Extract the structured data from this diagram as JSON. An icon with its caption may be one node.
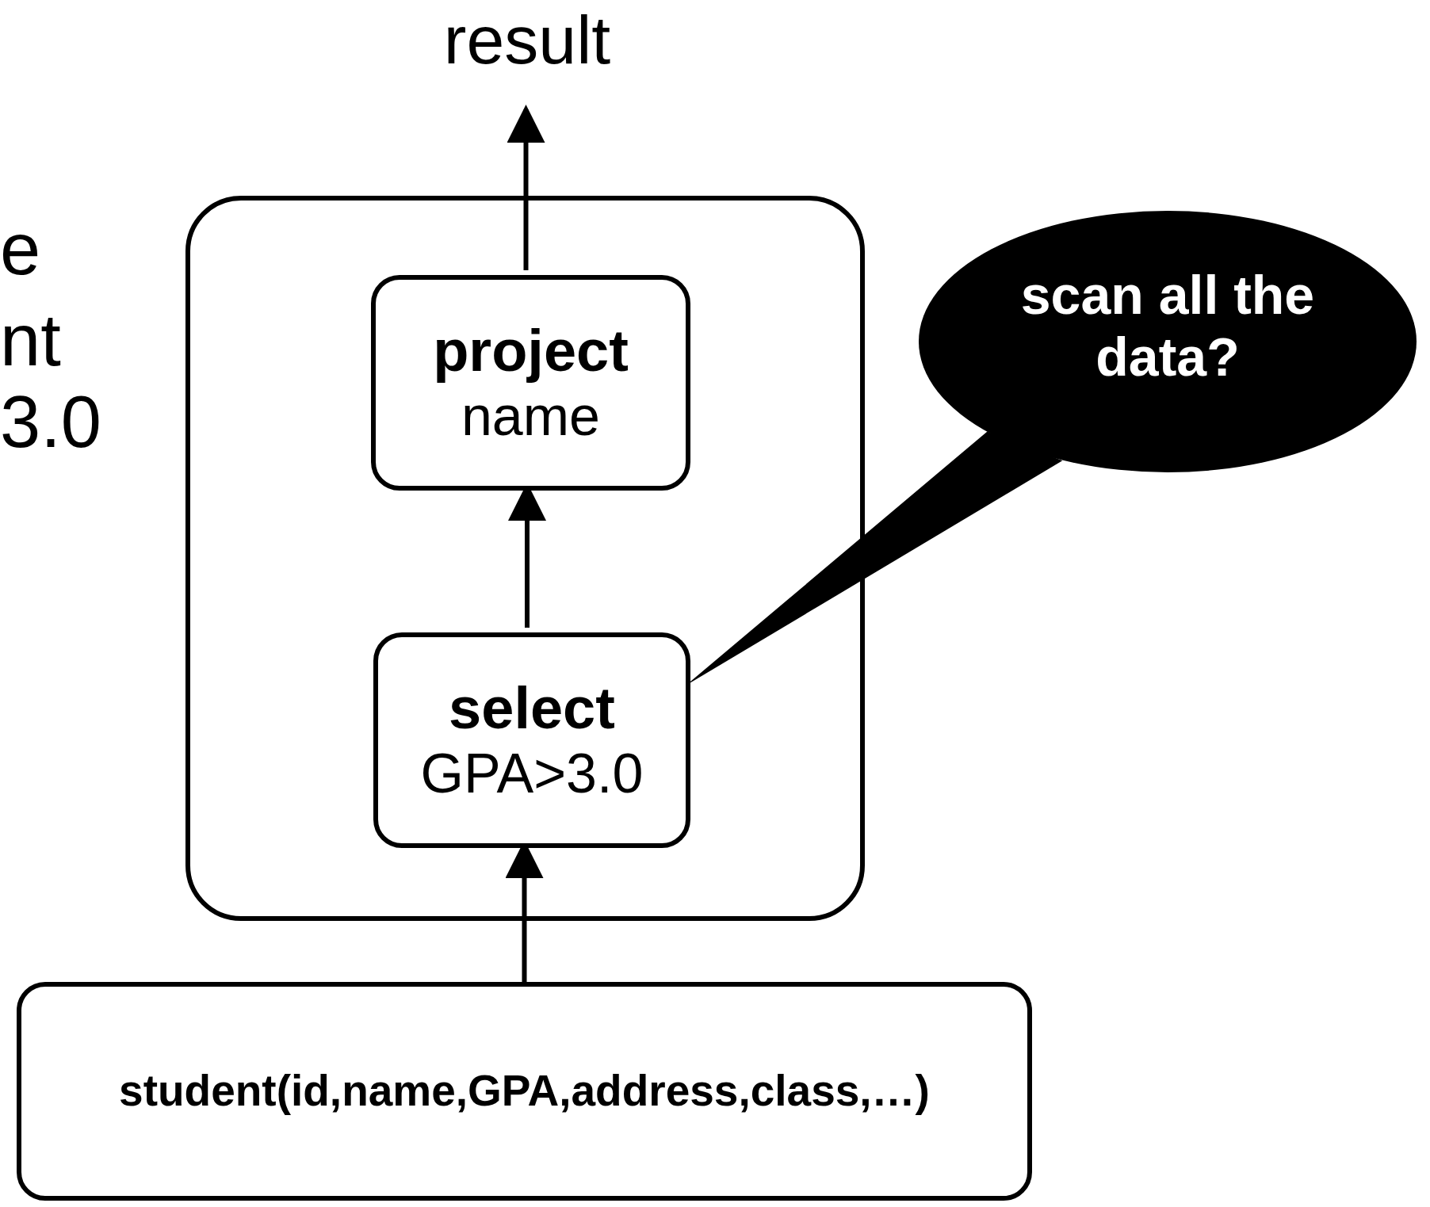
{
  "diagram": {
    "nodes": [
      {
        "text": [
          "result"
        ]
      },
      {
        "text": [],
        "shape": "box"
      },
      {
        "text": [
          "project",
          "name"
        ],
        "in": 1
      },
      {
        "text": [
          "scan all the data?"
        ]
      },
      {
        "text": [
          "select",
          "GPA>3.0"
        ],
        "in": 1
      },
      {
        "text": [
          "student(id,name,GPA,address,class,…)"
        ]
      }
    ],
    "edges": [
      {
        "from": 5,
        "to": 4,
        "arrow": "to"
      },
      {
        "from": 4,
        "to": 2,
        "arrow": "to"
      },
      {
        "from": 2,
        "to": 0,
        "arrow": "to"
      },
      {
        "from": 3,
        "to": 4,
        "arrow": "none"
      }
    ],
    "labels": [
      "e",
      "nt",
      "3.0"
    ]
  }
}
